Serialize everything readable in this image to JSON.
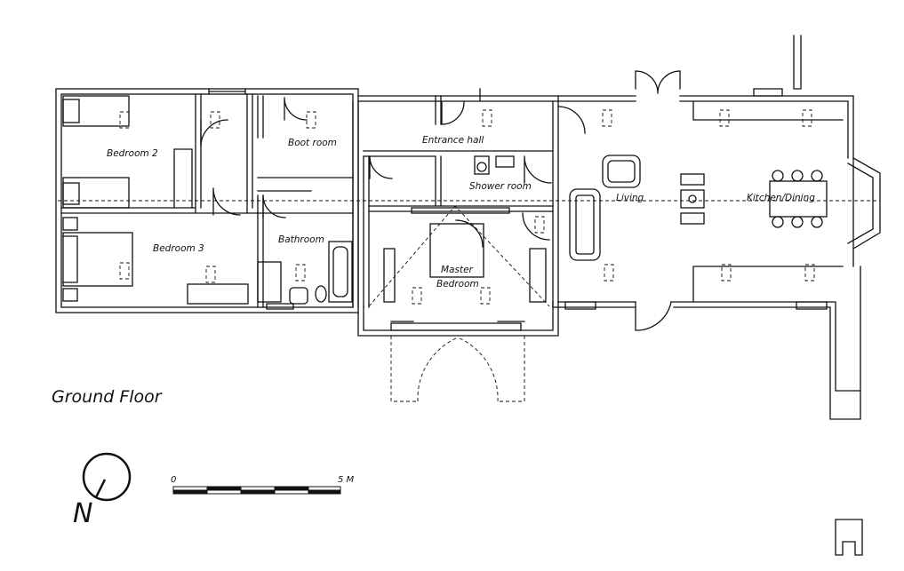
{
  "plan": {
    "title": "Ground Floor",
    "north": "N",
    "scale": {
      "start": "0",
      "end": "5 M"
    },
    "rooms": {
      "bedroom2": "Bedroom 2",
      "bootroom": "Boot room",
      "entrance": "Entrance hall",
      "shower": "Shower room",
      "bedroom3": "Bedroom 3",
      "bathroom": "Bathroom",
      "master1": "Master",
      "master2": "Bedroom",
      "living": "Living",
      "kitchen": "Kitchen/Dining"
    }
  }
}
